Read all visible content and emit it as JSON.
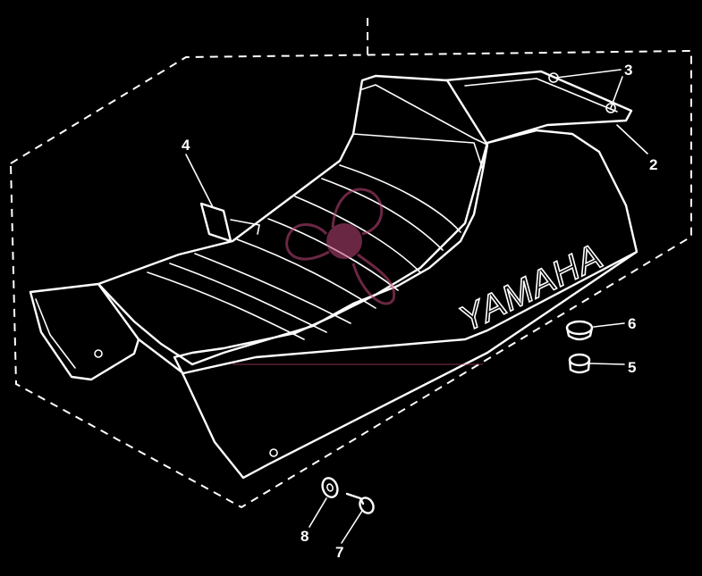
{
  "diagram": {
    "brand_text": "YAMAHA",
    "callouts": [
      "2",
      "3",
      "4",
      "5",
      "6",
      "7",
      "8"
    ],
    "colors": {
      "background": "#000000",
      "line": "#ffffff",
      "watermark": "#c2487a"
    },
    "watermark": "fan-logo"
  }
}
